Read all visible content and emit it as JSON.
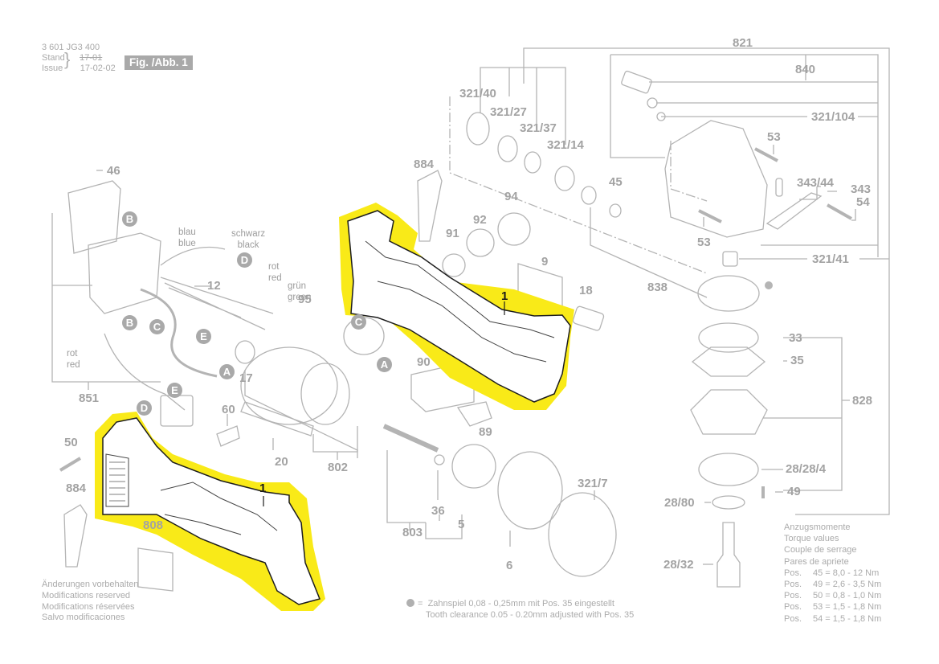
{
  "header": {
    "part_number": "3 601 JG3 400",
    "stand_label": "Stand",
    "issue_label": "Issue",
    "old_date": "17-01",
    "issue_date": "17-02-02",
    "figure_badge": "Fig. /Abb. 1"
  },
  "highlight_color": "#f9ea18",
  "part_labels": {
    "p821": "821",
    "p840": "840",
    "p321_104": "321/104",
    "p53a": "53",
    "p53b": "53",
    "p343_44": "343/44",
    "p343": "343",
    "p54": "54",
    "p321_41": "321/41",
    "p838": "838",
    "p33": "33",
    "p35": "35",
    "p828": "828",
    "p28_28_4": "28/28/4",
    "p49": "49",
    "p28_80": "28/80",
    "p28_32": "28/32",
    "p321_40": "321/40",
    "p321_27": "321/27",
    "p321_37": "321/37",
    "p321_14": "321/14",
    "p45": "45",
    "p884a": "884",
    "p94": "94",
    "p92": "92",
    "p91": "91",
    "p9": "9",
    "p18": "18",
    "p1a": "1",
    "p95": "95",
    "p90": "90",
    "p89": "89",
    "p46": "46",
    "p12": "12",
    "p851": "851",
    "p17": "17",
    "p60": "60",
    "p20": "20",
    "p802": "802",
    "p50": "50",
    "p884b": "884",
    "p808": "808",
    "p1b": "1",
    "p803": "803",
    "p36": "36",
    "p5": "5",
    "p6": "6",
    "p321_7": "321/7"
  },
  "connector_markers": {
    "B1": "B",
    "B2": "B",
    "C1": "C",
    "C2": "C",
    "D1": "D",
    "D2": "D",
    "E1": "E",
    "E2": "E",
    "A1": "A",
    "A2": "A"
  },
  "wire_labels": {
    "blue": [
      "blau",
      "blue"
    ],
    "black": [
      "schwarz",
      "black"
    ],
    "red1": [
      "rot",
      "red"
    ],
    "green": [
      "grün",
      "green"
    ],
    "red2": [
      "rot",
      "red"
    ]
  },
  "modifications_note": [
    "Änderungen vorbehalten",
    "Modifications reserved",
    "Modifications réservées",
    "Salvo modificaciones"
  ],
  "tooth_clearance_note": {
    "symbol": "=",
    "line_de": "Zahnspiel 0,08 - 0,25mm mit Pos. 35 eingestellt",
    "line_en": "Tooth clearance 0.05 - 0.20mm adjusted with Pos. 35"
  },
  "torque_values": {
    "titles": [
      "Anzugsmomente",
      "Torque values",
      "Couple de serrage",
      "Pares de apriete"
    ],
    "rows": [
      {
        "pos": "Pos.",
        "value": "45 = 8,0 - 12  Nm"
      },
      {
        "pos": "Pos.",
        "value": "49 = 2,6 - 3,5 Nm"
      },
      {
        "pos": "Pos.",
        "value": "50 = 0,8 - 1,0 Nm"
      },
      {
        "pos": "Pos.",
        "value": "53 = 1,5 - 1,8 Nm"
      },
      {
        "pos": "Pos.",
        "value": "54 = 1,5 - 1,8 Nm"
      }
    ]
  }
}
